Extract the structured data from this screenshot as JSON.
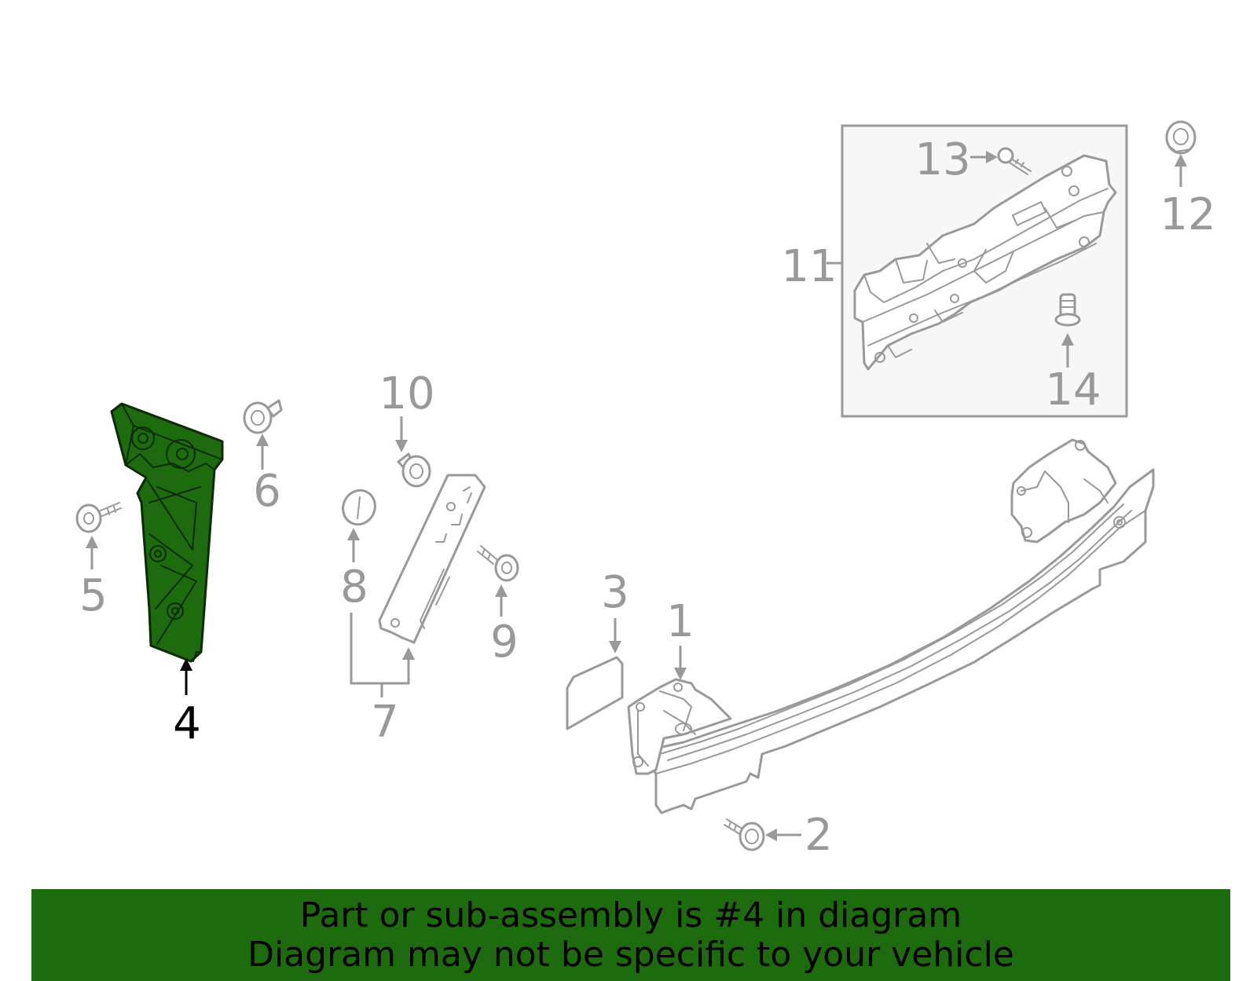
{
  "diagram": {
    "callouts": {
      "c1": "1",
      "c2": "2",
      "c3": "3",
      "c4": "4",
      "c5": "5",
      "c6": "6",
      "c7": "7",
      "c8": "8",
      "c9": "9",
      "c10": "10",
      "c11": "11",
      "c12": "12",
      "c13": "13",
      "c14": "14"
    },
    "highlighted_part": "4",
    "highlight_color": "#1e6b0f",
    "line_color": "#999999"
  },
  "banner": {
    "line1": "Part or sub-assembly is #4 in diagram",
    "line2": "Diagram may not be specific to your vehicle",
    "background": "#1e6b0f"
  }
}
